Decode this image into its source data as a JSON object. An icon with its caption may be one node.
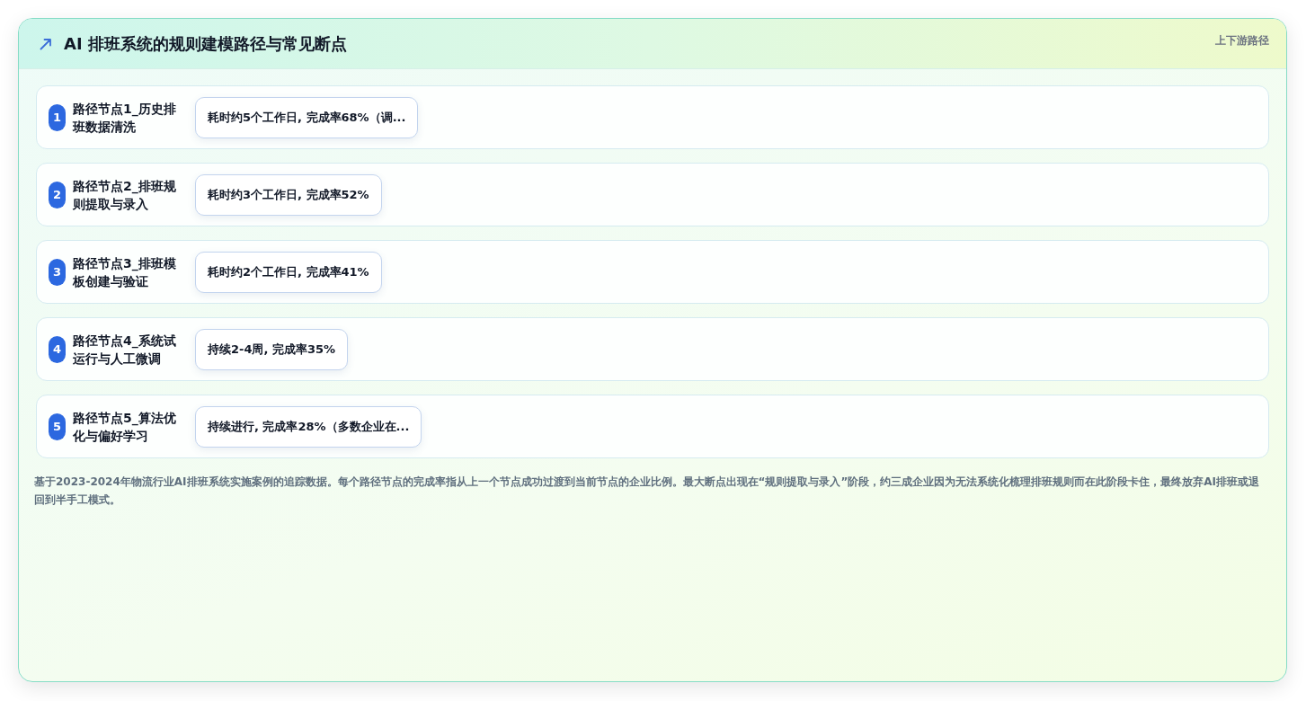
{
  "diagram": {
    "title": "AI 排班系统的规则建模路径与常见断点",
    "caption": "基于2023-2024年物流行业AI排班系统实施案例的追踪数据。每个路径节点的完成率指从上一个节点成功过渡到当前节点的企业比例。最大断点出现在“规则提取与录入”阶段，约三成企业因为无法系统化梳理排班规则而在此阶段卡住，最终放弃AI排班或退回到半手工模式。",
    "nodes": [
      {
        "text": [
          "路径节点1_历史排班数据清洗"
        ]
      },
      {
        "text": [
          "1"
        ],
        "in": 0
      },
      {
        "text": [
          "耗时约5个工作日, 完成率68%（调..."
        ],
        "in": 0
      },
      {
        "text": [
          "路径节点2_排班规则提取与录入"
        ]
      },
      {
        "text": [
          "2"
        ],
        "in": 3
      },
      {
        "text": [
          "耗时约3个工作日, 完成率52%"
        ],
        "in": 3
      },
      {
        "text": [
          "路径节点3_排班模板创建与验证"
        ]
      },
      {
        "text": [
          "3"
        ],
        "in": 6
      },
      {
        "text": [
          "耗时约2个工作日, 完成率41%"
        ],
        "in": 6
      },
      {
        "text": [
          "路径节点4_系统试运行与人工微调"
        ]
      },
      {
        "text": [
          "4"
        ],
        "in": 9
      },
      {
        "text": [
          "持续2-4周, 完成率35%"
        ],
        "in": 9
      },
      {
        "text": [
          "路径节点5_算法优化与偏好学习"
        ]
      },
      {
        "text": [
          "5"
        ],
        "in": 12
      },
      {
        "text": [
          "持续进行, 完成率28%（多数企业在..."
        ],
        "in": 12
      }
    ],
    "labels": [
      "上下游路径"
    ]
  }
}
